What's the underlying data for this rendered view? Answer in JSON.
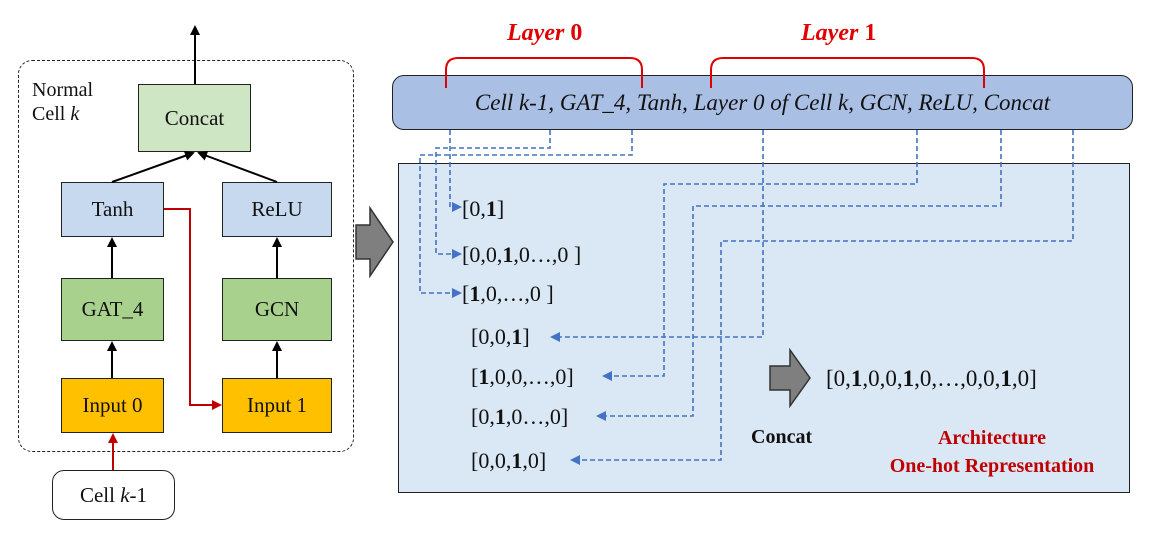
{
  "cell": {
    "label_line1": "Normal",
    "label_line2_prefix": "Cell ",
    "label_line2_var": "k",
    "nodes": {
      "concat": "Concat",
      "tanh": "Tanh",
      "relu": "ReLU",
      "gat": "GAT_4",
      "gcn": "GCN",
      "input0": "Input 0",
      "input1": "Input 1"
    },
    "prev_cell_prefix": "Cell ",
    "prev_cell_var": "k",
    "prev_cell_suffix": "-1"
  },
  "sequence": {
    "text": "Cell k-1, GAT_4, Tanh, Layer 0 of Cell k, GCN, ReLU, Concat",
    "layer0_word": "Layer",
    "layer0_num": "0",
    "layer1_word": "Layer",
    "layer1_num": "1"
  },
  "vectors": [
    [
      "[0,",
      "1",
      "]"
    ],
    [
      "[0,0,",
      "1",
      ",0…,0 ]"
    ],
    [
      "[",
      "1",
      ",0,…,0 ]"
    ],
    [
      "[0,0,",
      "1",
      "]"
    ],
    [
      "[",
      "1",
      ",0,0,…,0]"
    ],
    [
      "[0,",
      "1",
      ",0…,0]"
    ],
    [
      "[0,0,",
      "1",
      ",0]"
    ]
  ],
  "result": {
    "parts": [
      "[0,",
      "1",
      ",0,0,",
      "1",
      ",0,…,0,0,",
      "1",
      ",0]"
    ],
    "concat_label": "Concat",
    "title_line1": "Architecture",
    "title_line2": "One-hot Representation"
  },
  "colors": {
    "seq_fill": "#a9bfe4",
    "panel_fill": "#dae7f4",
    "red": "#c00000",
    "link_blue": "#4472c4"
  }
}
